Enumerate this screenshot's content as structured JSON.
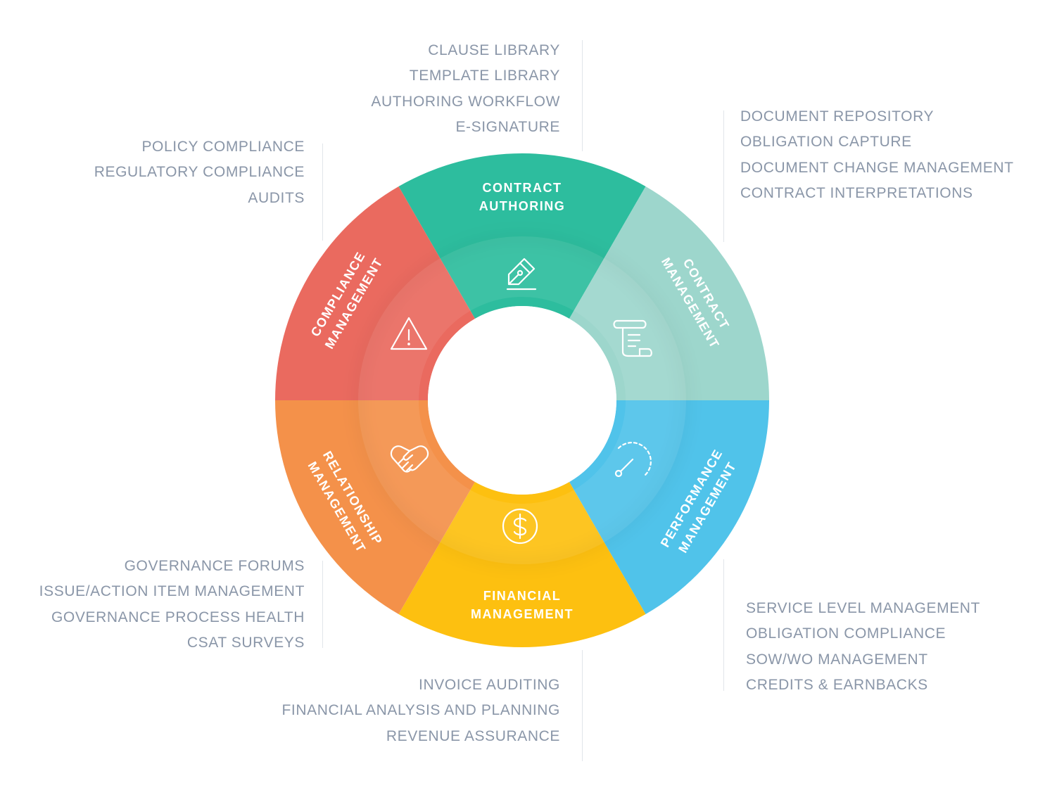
{
  "segments": [
    {
      "id": "contract-authoring",
      "title_lines": [
        "CONTRACT",
        "AUTHORING"
      ],
      "color": "#2dbd9e",
      "icon": "fountain-pen-icon",
      "items": [
        "CLAUSE LIBRARY",
        "TEMPLATE LIBRARY",
        "AUTHORING WORKFLOW",
        "E-SIGNATURE"
      ]
    },
    {
      "id": "contract-management",
      "title_lines": [
        "CONTRACT",
        "MANAGEMENT"
      ],
      "color": "#9dd6cc",
      "icon": "scroll-document-icon",
      "items": [
        "DOCUMENT REPOSITORY",
        "OBLIGATION CAPTURE",
        "DOCUMENT CHANGE MANAGEMENT",
        "CONTRACT INTERPRETATIONS"
      ]
    },
    {
      "id": "performance-management",
      "title_lines": [
        "PERFORMANCE",
        "MANAGEMENT"
      ],
      "color": "#50c3ea",
      "icon": "gauge-icon",
      "items": [
        "SERVICE LEVEL MANAGEMENT",
        "OBLIGATION COMPLIANCE",
        "SOW/WO MANAGEMENT",
        "CREDITS & EARNBACKS"
      ]
    },
    {
      "id": "financial-management",
      "title_lines": [
        "FINANCIAL",
        "MANAGEMENT"
      ],
      "color": "#fdc010",
      "icon": "dollar-coin-icon",
      "items": [
        "INVOICE AUDITING",
        "FINANCIAL ANALYSIS AND PLANNING",
        "REVENUE ASSURANCE"
      ]
    },
    {
      "id": "relationship-management",
      "title_lines": [
        "RELATIONSHIP",
        "MANAGEMENT"
      ],
      "color": "#f4914a",
      "icon": "handshake-icon",
      "items": [
        "GOVERNANCE FORUMS",
        "ISSUE/ACTION ITEM MANAGEMENT",
        "GOVERNANCE PROCESS HEALTH",
        "CSAT SURVEYS"
      ]
    },
    {
      "id": "compliance-management",
      "title_lines": [
        "COMPLIANCE",
        "MANAGEMENT"
      ],
      "color": "#ea6a5f",
      "icon": "warning-triangle-icon",
      "items": [
        "POLICY COMPLIANCE",
        "REGULATORY COMPLIANCE",
        "AUDITS"
      ]
    }
  ],
  "colors": {
    "item_text": "#8a96a8",
    "divider": "#e1e5ea",
    "ring_overlay": "#ffffff"
  }
}
